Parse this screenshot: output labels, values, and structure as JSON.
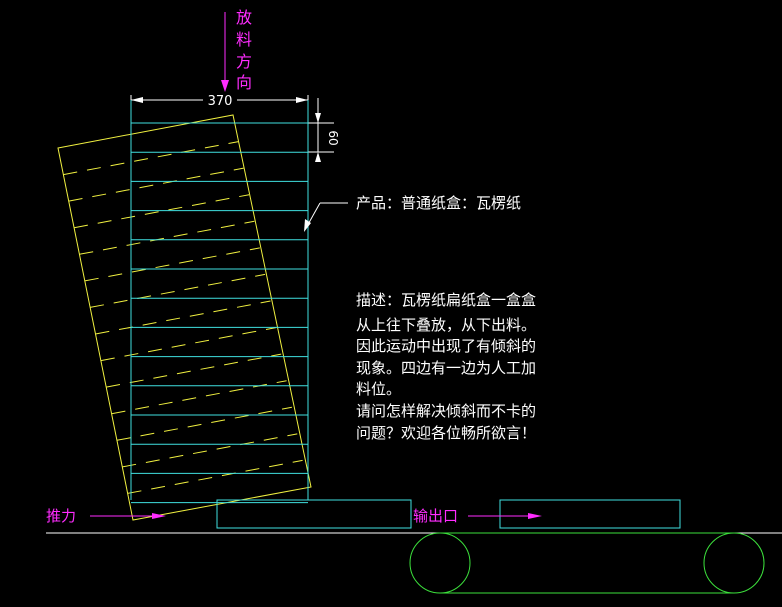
{
  "colors": {
    "background": "#000000",
    "cyan": "#40e0e0",
    "yellow": "#f0f040",
    "green": "#3ce03c",
    "magenta": "#ff2cff",
    "white": "#ffffff"
  },
  "feed_direction_chars": [
    "放",
    "料",
    "方",
    "向"
  ],
  "dimension_width": "370",
  "dimension_spacing": "60",
  "product_label": "产品：普通纸盒：瓦楞纸",
  "description_lines": [
    "描述：瓦楞纸扁纸盒一盒盒",
    "从上往下叠放，从下出料。",
    "因此运动中出现了有倾斜的",
    "现象。四边有一边为人工加",
    "料位。",
    "请问怎样解决倾斜而不卡的",
    "问题？欢迎各位畅所欲言！"
  ],
  "push_label": "推力",
  "output_label": "输出口"
}
